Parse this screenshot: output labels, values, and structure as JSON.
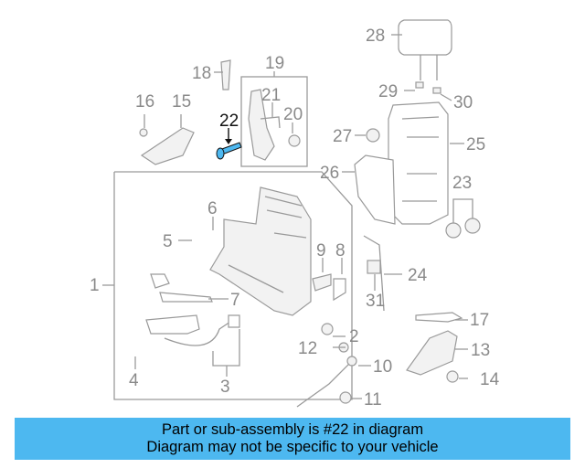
{
  "diagram": {
    "callouts": [
      "1",
      "2",
      "3",
      "4",
      "5",
      "6",
      "7",
      "8",
      "9",
      "10",
      "11",
      "12",
      "13",
      "14",
      "15",
      "16",
      "17",
      "18",
      "19",
      "20",
      "21",
      "22",
      "23",
      "24",
      "25",
      "26",
      "27",
      "28",
      "29",
      "30",
      "31"
    ],
    "highlighted_callout": "22",
    "highlight_color": "#4db8f0"
  },
  "caption": {
    "line1": "Part or sub-assembly is #22 in diagram",
    "line2": "Diagram may not be specific to your vehicle",
    "background": "#4db8f0"
  }
}
